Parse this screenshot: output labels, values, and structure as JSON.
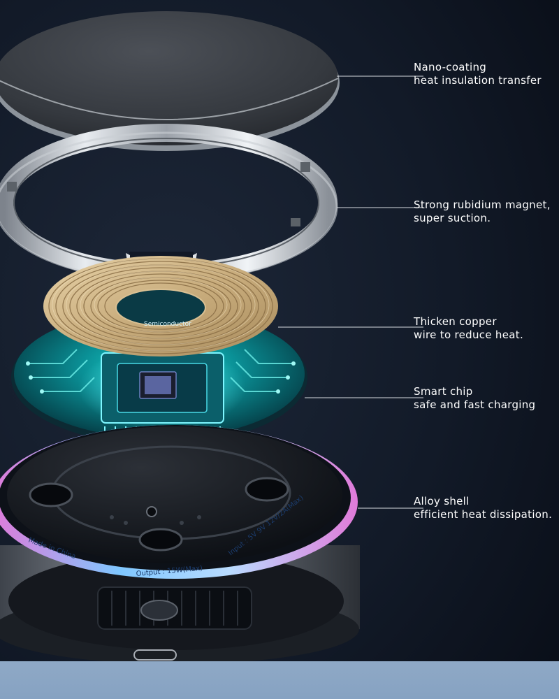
{
  "colors": {
    "background": "#0f1624",
    "bottom_strip": "#8ca7c5",
    "copper": "#cdb487",
    "circuit": "#12c9c3",
    "ring_gradient_start": "#7fc7ff",
    "ring_gradient_end": "#e07ad9"
  },
  "callouts": [
    {
      "line1": "Nano-coating",
      "line2": "heat insulation transfer"
    },
    {
      "line1": "Strong rubidium magnet,",
      "line2": "super suction."
    },
    {
      "line1": "Thicken copper",
      "line2": "wire to reduce heat."
    },
    {
      "line1": "Smart chip",
      "line2": "safe and fast charging"
    },
    {
      "line1": "Alloy shell",
      "line2": "efficient heat dissipation."
    }
  ],
  "pcb_text": "Semiconductor",
  "ring_text_left": "Made in China",
  "ring_text_mid": "Output : 15W(Max)",
  "ring_text_right": "Input : 5V 9V 12V/2A(Max)"
}
